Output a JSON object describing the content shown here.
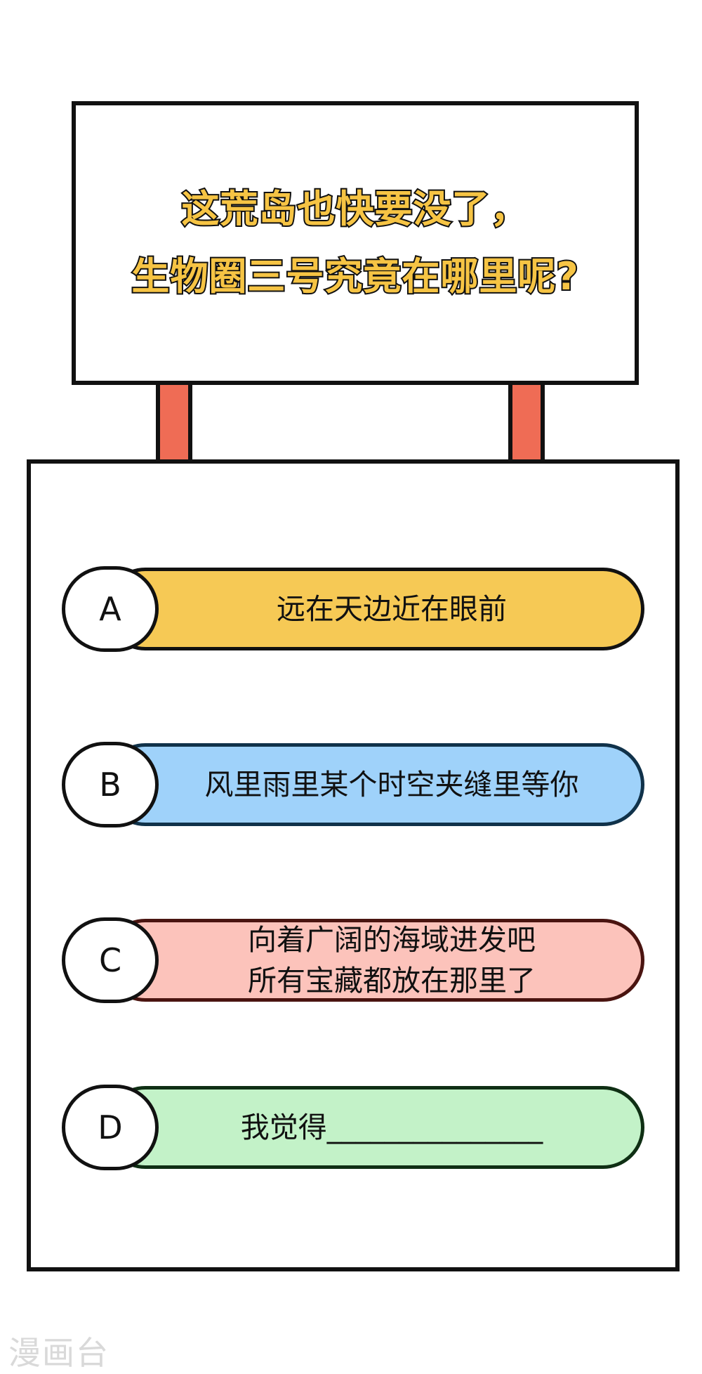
{
  "sign": {
    "line1": "这荒岛也快要没了，",
    "line2": "生物圈三号究竟在哪里呢?",
    "text_color": "#f6c444",
    "post_color": "#ef6c55"
  },
  "options": [
    {
      "letter": "A",
      "text": "远在天边近在眼前",
      "color": "#f6c955",
      "border": "#111111"
    },
    {
      "letter": "B",
      "text": "风里雨里某个时空夹缝里等你",
      "color": "#9fd2fa",
      "border": "#10324a"
    },
    {
      "letter": "C",
      "text": "向着广阔的海域进发吧\n所有宝藏都放在那里了",
      "color": "#fcc3bb",
      "border": "#4a1410"
    },
    {
      "letter": "D",
      "text": "我觉得_______________",
      "color": "#c3f2c8",
      "border": "#0f2f14"
    }
  ],
  "watermark": "漫画台"
}
